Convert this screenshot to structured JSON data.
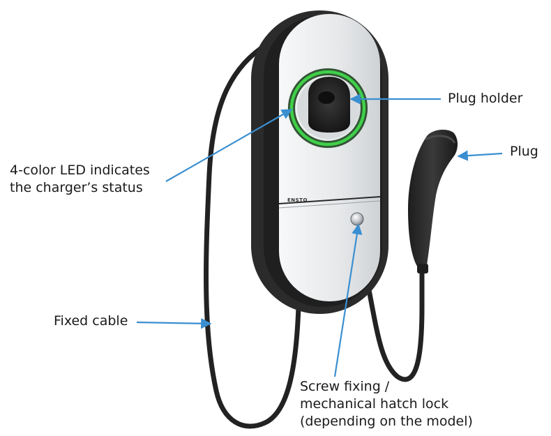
{
  "device": {
    "brand_text": "ENSTO"
  },
  "colors": {
    "arrow": "#3a8fd0",
    "led_ring": "#3fd24a",
    "housing": "#2b2b2b",
    "face": "#e9ebed",
    "text": "#1a1a1a"
  },
  "callouts": {
    "led": {
      "line1": "4-color LED indicates",
      "line2": "the charger’s status"
    },
    "plug_holder": {
      "line1": "Plug holder"
    },
    "plug": {
      "line1": "Plug"
    },
    "fixed_cable": {
      "line1": "Fixed cable"
    },
    "screw": {
      "line1": "Screw fixing /",
      "line2": "mechanical hatch lock",
      "line3": "(depending on the model)"
    }
  }
}
